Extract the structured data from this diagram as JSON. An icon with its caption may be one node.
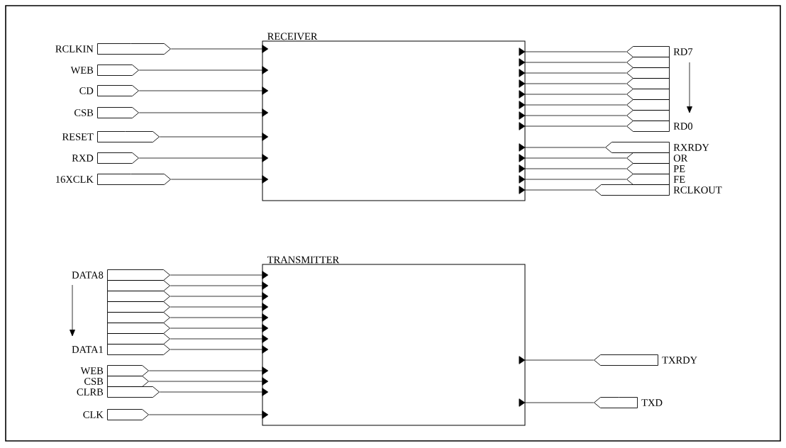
{
  "diagram": {
    "nodes": [
      {
        "text": [
          "RECEIVER"
        ]
      },
      {
        "text": [
          "RCLKIN"
        ]
      },
      {
        "text": [
          "WEB"
        ]
      },
      {
        "text": [
          "CD"
        ]
      },
      {
        "text": [
          "CSB"
        ]
      },
      {
        "text": [
          "RESET"
        ]
      },
      {
        "text": [
          "RXD"
        ]
      },
      {
        "text": [
          "16XCLK"
        ]
      },
      {
        "text": [
          "RD7"
        ]
      },
      {
        "text": [],
        "shape": "pentagon"
      },
      {
        "text": [],
        "shape": "pentagon"
      },
      {
        "text": [],
        "shape": "pentagon"
      },
      {
        "text": [],
        "shape": "pentagon"
      },
      {
        "text": [],
        "shape": "pentagon"
      },
      {
        "text": [],
        "shape": "pentagon"
      },
      {
        "text": [
          "RD0"
        ]
      },
      {
        "text": [
          "RXRDY"
        ]
      },
      {
        "text": [
          "OR"
        ]
      },
      {
        "text": [
          "PE"
        ]
      },
      {
        "text": [
          "FE"
        ]
      },
      {
        "text": [
          "RCLKOUT"
        ]
      },
      {
        "text": [
          "TRANSMITTER"
        ]
      },
      {
        "text": [
          "DATA8"
        ]
      },
      {
        "text": [],
        "shape": "pentagon"
      },
      {
        "text": [],
        "shape": "pentagon"
      },
      {
        "text": [],
        "shape": "pentagon"
      },
      {
        "text": [],
        "shape": "pentagon"
      },
      {
        "text": [],
        "shape": "pentagon"
      },
      {
        "text": [],
        "shape": "pentagon"
      },
      {
        "text": [
          "DATA1"
        ]
      },
      {
        "text": [
          "WEB"
        ]
      },
      {
        "text": [
          "CSB"
        ]
      },
      {
        "text": [
          "CLRB"
        ]
      },
      {
        "text": [
          "CLK"
        ]
      },
      {
        "text": [
          "TXRDY"
        ]
      },
      {
        "text": [
          "TXD"
        ]
      }
    ],
    "edges": [
      {
        "from": 1,
        "to": 0,
        "arrow": "to"
      },
      {
        "from": 2,
        "to": 0,
        "arrow": "to"
      },
      {
        "from": 3,
        "to": 0,
        "arrow": "to"
      },
      {
        "from": 4,
        "to": 0,
        "arrow": "to"
      },
      {
        "from": 5,
        "to": 0,
        "arrow": "to"
      },
      {
        "from": 6,
        "to": 0,
        "arrow": "to"
      },
      {
        "from": 7,
        "to": 0,
        "arrow": "to"
      },
      {
        "from": 0,
        "to": 8,
        "arrow": "to"
      },
      {
        "from": 0,
        "to": 9,
        "arrow": "to"
      },
      {
        "from": 0,
        "to": 10,
        "arrow": "to"
      },
      {
        "from": 0,
        "to": 11,
        "arrow": "to"
      },
      {
        "from": 0,
        "to": 12,
        "arrow": "to"
      },
      {
        "from": 0,
        "to": 13,
        "arrow": "to"
      },
      {
        "from": 0,
        "to": 14,
        "arrow": "to"
      },
      {
        "from": 0,
        "to": 15,
        "arrow": "to"
      },
      {
        "from": 0,
        "to": 16,
        "arrow": "to"
      },
      {
        "from": 0,
        "to": 17,
        "arrow": "to"
      },
      {
        "from": 0,
        "to": 18,
        "arrow": "to"
      },
      {
        "from": 0,
        "to": 19,
        "arrow": "to"
      },
      {
        "from": 0,
        "to": 20,
        "arrow": "to"
      },
      {
        "from": 22,
        "to": 21,
        "arrow": "to"
      },
      {
        "from": 23,
        "to": 21,
        "arrow": "to"
      },
      {
        "from": 24,
        "to": 21,
        "arrow": "to"
      },
      {
        "from": 25,
        "to": 21,
        "arrow": "to"
      },
      {
        "from": 26,
        "to": 21,
        "arrow": "to"
      },
      {
        "from": 27,
        "to": 21,
        "arrow": "to"
      },
      {
        "from": 28,
        "to": 21,
        "arrow": "to"
      },
      {
        "from": 29,
        "to": 21,
        "arrow": "to"
      },
      {
        "from": 30,
        "to": 21,
        "arrow": "to"
      },
      {
        "from": 31,
        "to": 21,
        "arrow": "to"
      },
      {
        "from": 32,
        "to": 21,
        "arrow": "to"
      },
      {
        "from": 33,
        "to": 21,
        "arrow": "to"
      },
      {
        "from": 21,
        "to": 34,
        "arrow": "to"
      },
      {
        "from": 21,
        "to": 35,
        "arrow": "to"
      }
    ]
  }
}
